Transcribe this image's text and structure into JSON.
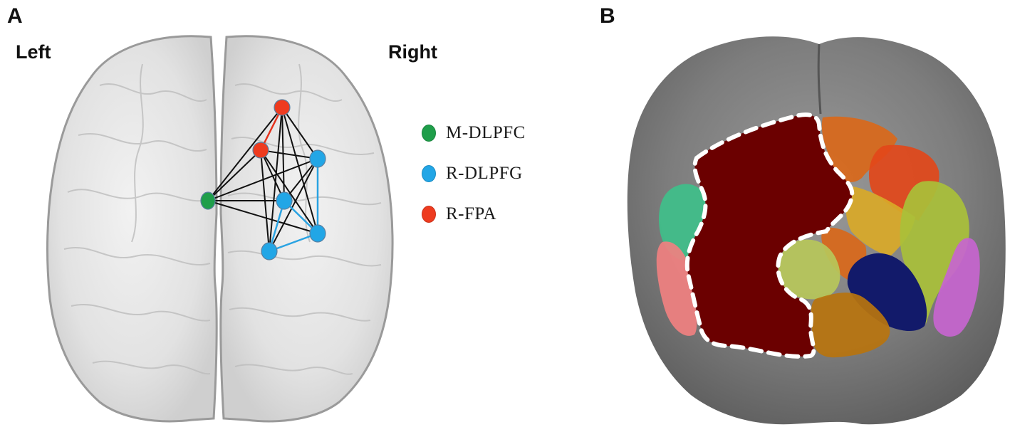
{
  "panel_a": {
    "letter": "A",
    "left_label": "Left",
    "right_label": "Right",
    "legend": [
      {
        "label": "M-DLPFC",
        "color": "#1f9e4a"
      },
      {
        "label": "R-DLPFG",
        "color": "#22a6e6"
      },
      {
        "label": "R-FPA",
        "color": "#ee3b1f"
      }
    ],
    "edge_colors": {
      "black": "#111111",
      "red": "#e5321c",
      "blue": "#2aa3e2"
    }
  },
  "panel_b": {
    "letter": "B",
    "region_colors": {
      "outlined": "#6b0000",
      "teal": "#3fbf8a",
      "pink": "#f08080",
      "orange": "#d9681a",
      "red_orange": "#e2481a",
      "yellow": "#d9a928",
      "olive": "#a9c03a",
      "light_green": "#b7c75a",
      "navy": "#121a6a",
      "bronze": "#b8740e",
      "violet": "#c765cf"
    }
  }
}
